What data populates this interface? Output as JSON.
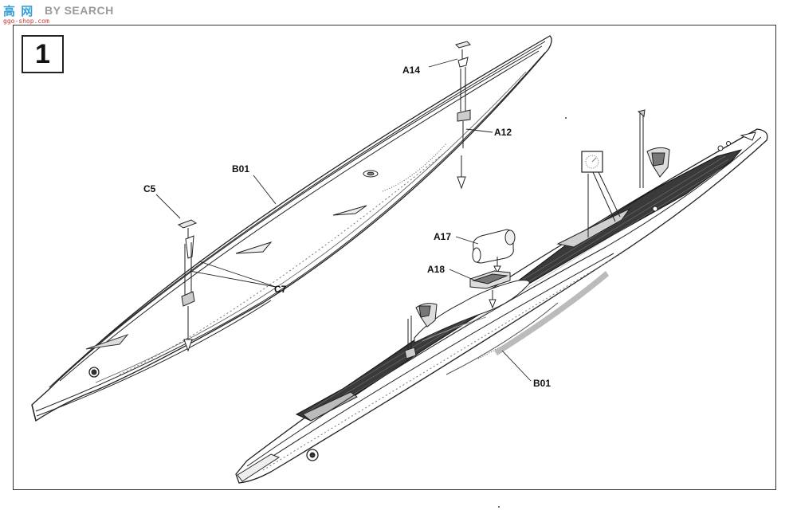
{
  "watermark": {
    "logo": "高 网",
    "site": "BY SEARCH",
    "domain": "ggo-shop.com"
  },
  "step": {
    "number": "1"
  },
  "parts": {
    "a14": "A14",
    "a12": "A12",
    "b01_left": "B01",
    "c5": "C5",
    "c7": "C7",
    "a17": "A17",
    "a18": "A18",
    "b01_right": "B01"
  },
  "colors": {
    "line": "#222222",
    "deck": "#3a3a3a",
    "highlight": "#a8a8a8"
  }
}
